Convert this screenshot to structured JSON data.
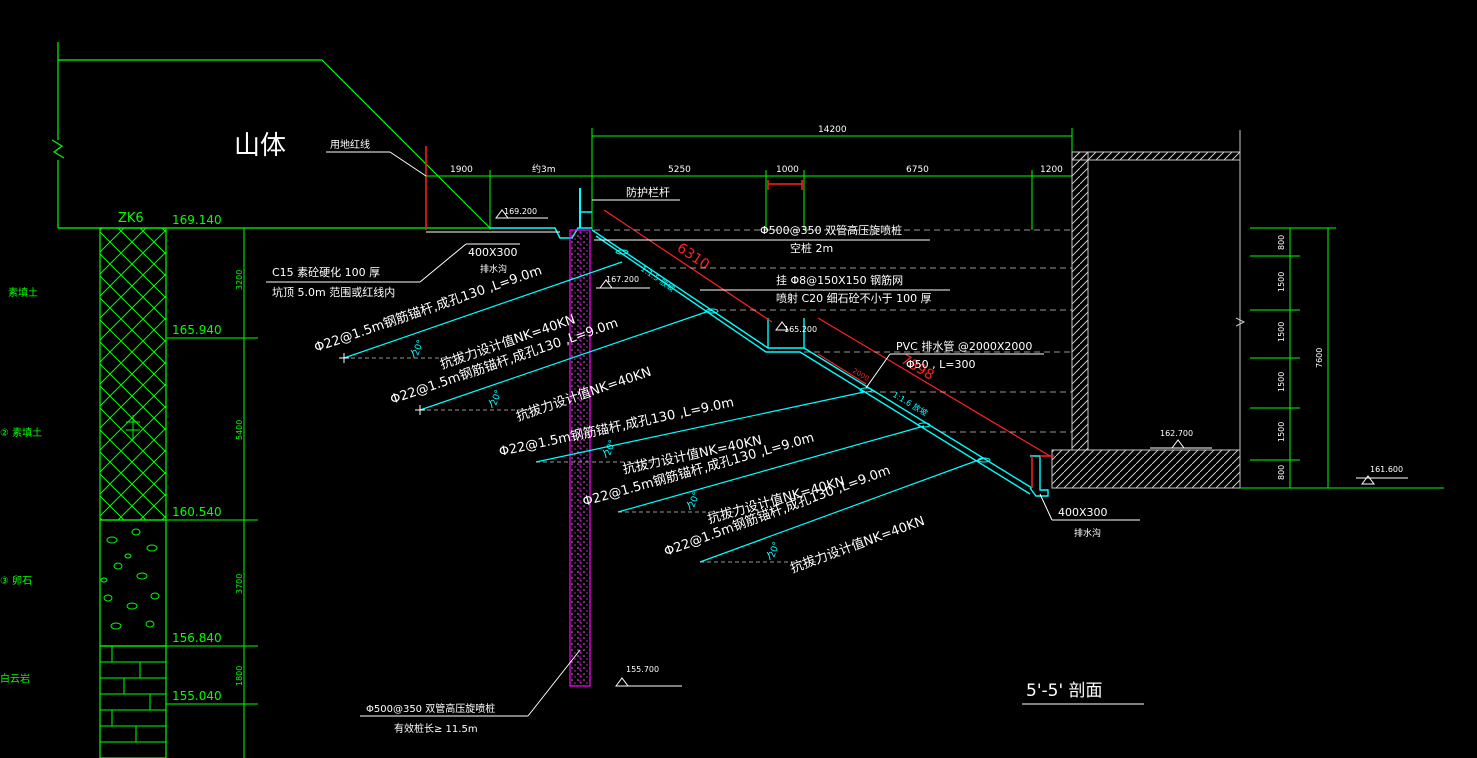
{
  "mountain_label": "山体",
  "boundary_label": "用地红线",
  "borehole": {
    "name": "ZK6",
    "elevations": [
      "169.140",
      "165.940",
      "160.540",
      "156.840",
      "155.040"
    ],
    "thickness": [
      "3200",
      "5400",
      "3700",
      "1800"
    ],
    "layer_labels": [
      "素填土",
      "② 素填土",
      "③ 卵石",
      "白云岩"
    ]
  },
  "dims_top": [
    "14200",
    "1900",
    "约3m",
    "5250",
    "1000",
    "6750",
    "1200"
  ],
  "dims_right": [
    "800",
    "1500",
    "1500",
    "1500",
    "1500",
    "800"
  ],
  "dims_right_total": "7600",
  "elev_marks": [
    "169.200",
    "167.200",
    "165.200",
    "162.700",
    "161.600",
    "155.700"
  ],
  "slope_ratios": [
    "1:1.5 放坡",
    "1:1.6 放坡"
  ],
  "slope_lengths": [
    "6310",
    "7898"
  ],
  "small_dim": "2000",
  "notes": {
    "railing": "防护栏杆",
    "pile_row1": "Φ500@350  双管高压旋喷桩",
    "pile_row2": "空桩 2m",
    "mesh": "挂 Φ8@150X150  钢筋网",
    "shotcrete": "喷射 C20 细石砼不小于  100 厚",
    "pvc1": "PVC 排水管  @2000X2000",
    "pvc2": "Φ50 , L=300",
    "c15_1": "C15  素砼硬化   100  厚",
    "c15_2": "坑顶 5.0m  范围或红线内",
    "drain_top_size": "400X300",
    "drain_top_label": "排水沟",
    "drain_bot_size": "400X300",
    "drain_bot_label": "排水沟",
    "pile_bottom1": "Φ500@350   双管高压旋喷桩",
    "pile_bottom2": "有效桩长≥  11.5m"
  },
  "anchors": [
    {
      "line1": "Φ22@1.5m钢筋锚杆,成孔130 ,L=9.0m",
      "line2": "抗拔力设计值NK=40KN",
      "angle": "20°"
    },
    {
      "line1": "Φ22@1.5m钢筋锚杆,成孔130 ,L=9.0m",
      "line2": "抗拔力设计值NK=40KN",
      "angle": "20°"
    },
    {
      "line1": "Φ22@1.5m钢筋锚杆,成孔130 ,L=9.0m",
      "line2": "抗拔力设计值NK=40KN",
      "angle": "20°"
    },
    {
      "line1": "Φ22@1.5m钢筋锚杆,成孔130 ,L=9.0m",
      "line2": "抗拔力设计值NK=40KN",
      "angle": "20°"
    },
    {
      "line1": "Φ22@1.5m钢筋锚杆,成孔130 ,L=9.0m",
      "line2": "抗拔力设计值NK=40KN",
      "angle": "20°"
    }
  ],
  "section_title": "5'-5'  剖面",
  "colors": {
    "green": "#00ff00",
    "cyan": "#00ffff",
    "white": "#ffffff",
    "red": "#ff2020",
    "magenta": "#ff00ff",
    "gray": "#c8c8c8"
  }
}
